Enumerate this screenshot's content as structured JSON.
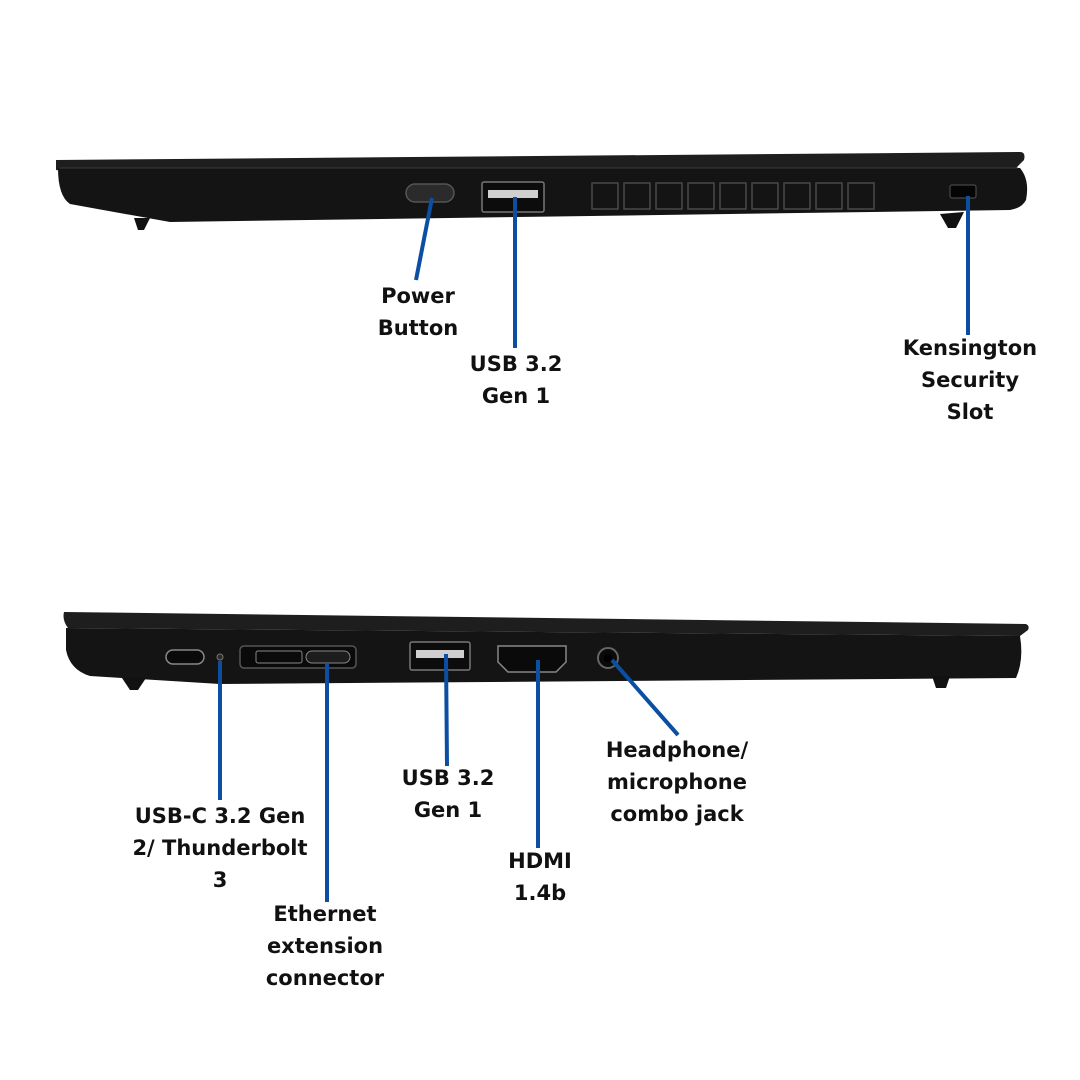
{
  "colors": {
    "background": "#ffffff",
    "laptop_body": "#141414",
    "laptop_edge": "#2a2a2a",
    "port_metal": "#d9d9d9",
    "callout_line": "#0b4ea2",
    "label_text": "#111111"
  },
  "right_side_view": {
    "labels": {
      "power_button": [
        "Power",
        "Button"
      ],
      "usb_a": [
        "USB 3.2",
        "Gen 1"
      ],
      "kensington": [
        "Kensington",
        "Security",
        "Slot"
      ]
    }
  },
  "left_side_view": {
    "labels": {
      "usb_c": [
        "USB-C 3.2 Gen",
        "2/ Thunderbolt",
        "3"
      ],
      "ethernet": [
        "Ethernet",
        "extension",
        "connector"
      ],
      "usb_a": [
        "USB 3.2",
        "Gen 1"
      ],
      "hdmi": [
        "HDMI",
        "1.4b"
      ],
      "audio_jack": [
        "Headphone/",
        "microphone",
        "combo jack"
      ]
    }
  }
}
